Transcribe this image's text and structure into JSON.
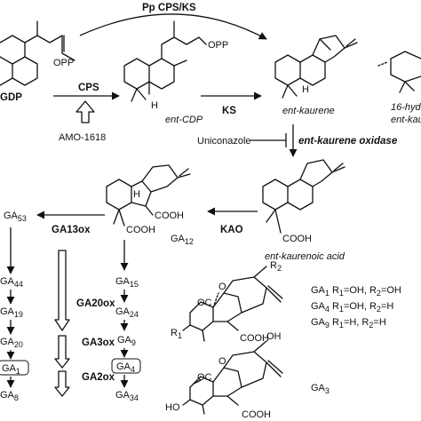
{
  "labels": {
    "pp_cps_ks": "Pp CPS/KS",
    "cps": "CPS",
    "ks": "KS",
    "cdp_left": "GDP",
    "ent_cdp": "ent-CDP",
    "amo": "AMO-1618",
    "ent_kaurene": "ent-kaurene",
    "hyd1": "16-hyd",
    "hyd2": "ent-kau",
    "uniconazole": "Uniconazole",
    "eko": "ent-kaurene oxidase",
    "kao": "KAO",
    "ent_kaurenoic": "ent-kaurenoic acid",
    "ga12": "GA12",
    "ga13ox": "GA13ox",
    "ga20ox": "GA20ox",
    "ga3ox": "GA3ox",
    "ga2ox": "GA2ox",
    "cooh": "COOH",
    "opp": "OPP",
    "h": "H",
    "oc": "OC",
    "o": "O",
    "oh": "OH",
    "ho": "HO",
    "r1": "R1",
    "r2": "R2"
  },
  "left_column": [
    "GA53",
    "GA44",
    "GA19",
    "GA20",
    "GA1",
    "GA8"
  ],
  "mid_column": [
    "GA15",
    "GA24",
    "GA9",
    "GA4",
    "GA34"
  ],
  "legend": [
    {
      "ga": "GA1",
      "r1": "R1=OH,",
      "r2": "R2=OH"
    },
    {
      "ga": "GA4",
      "r1": "R1=OH,",
      "r2": "R2=H"
    },
    {
      "ga": "GA9",
      "r1": "R1=H,",
      "r2": "R2=H"
    }
  ],
  "ga3_label": "GA3",
  "boxed": [
    "GA1",
    "GA4"
  ]
}
